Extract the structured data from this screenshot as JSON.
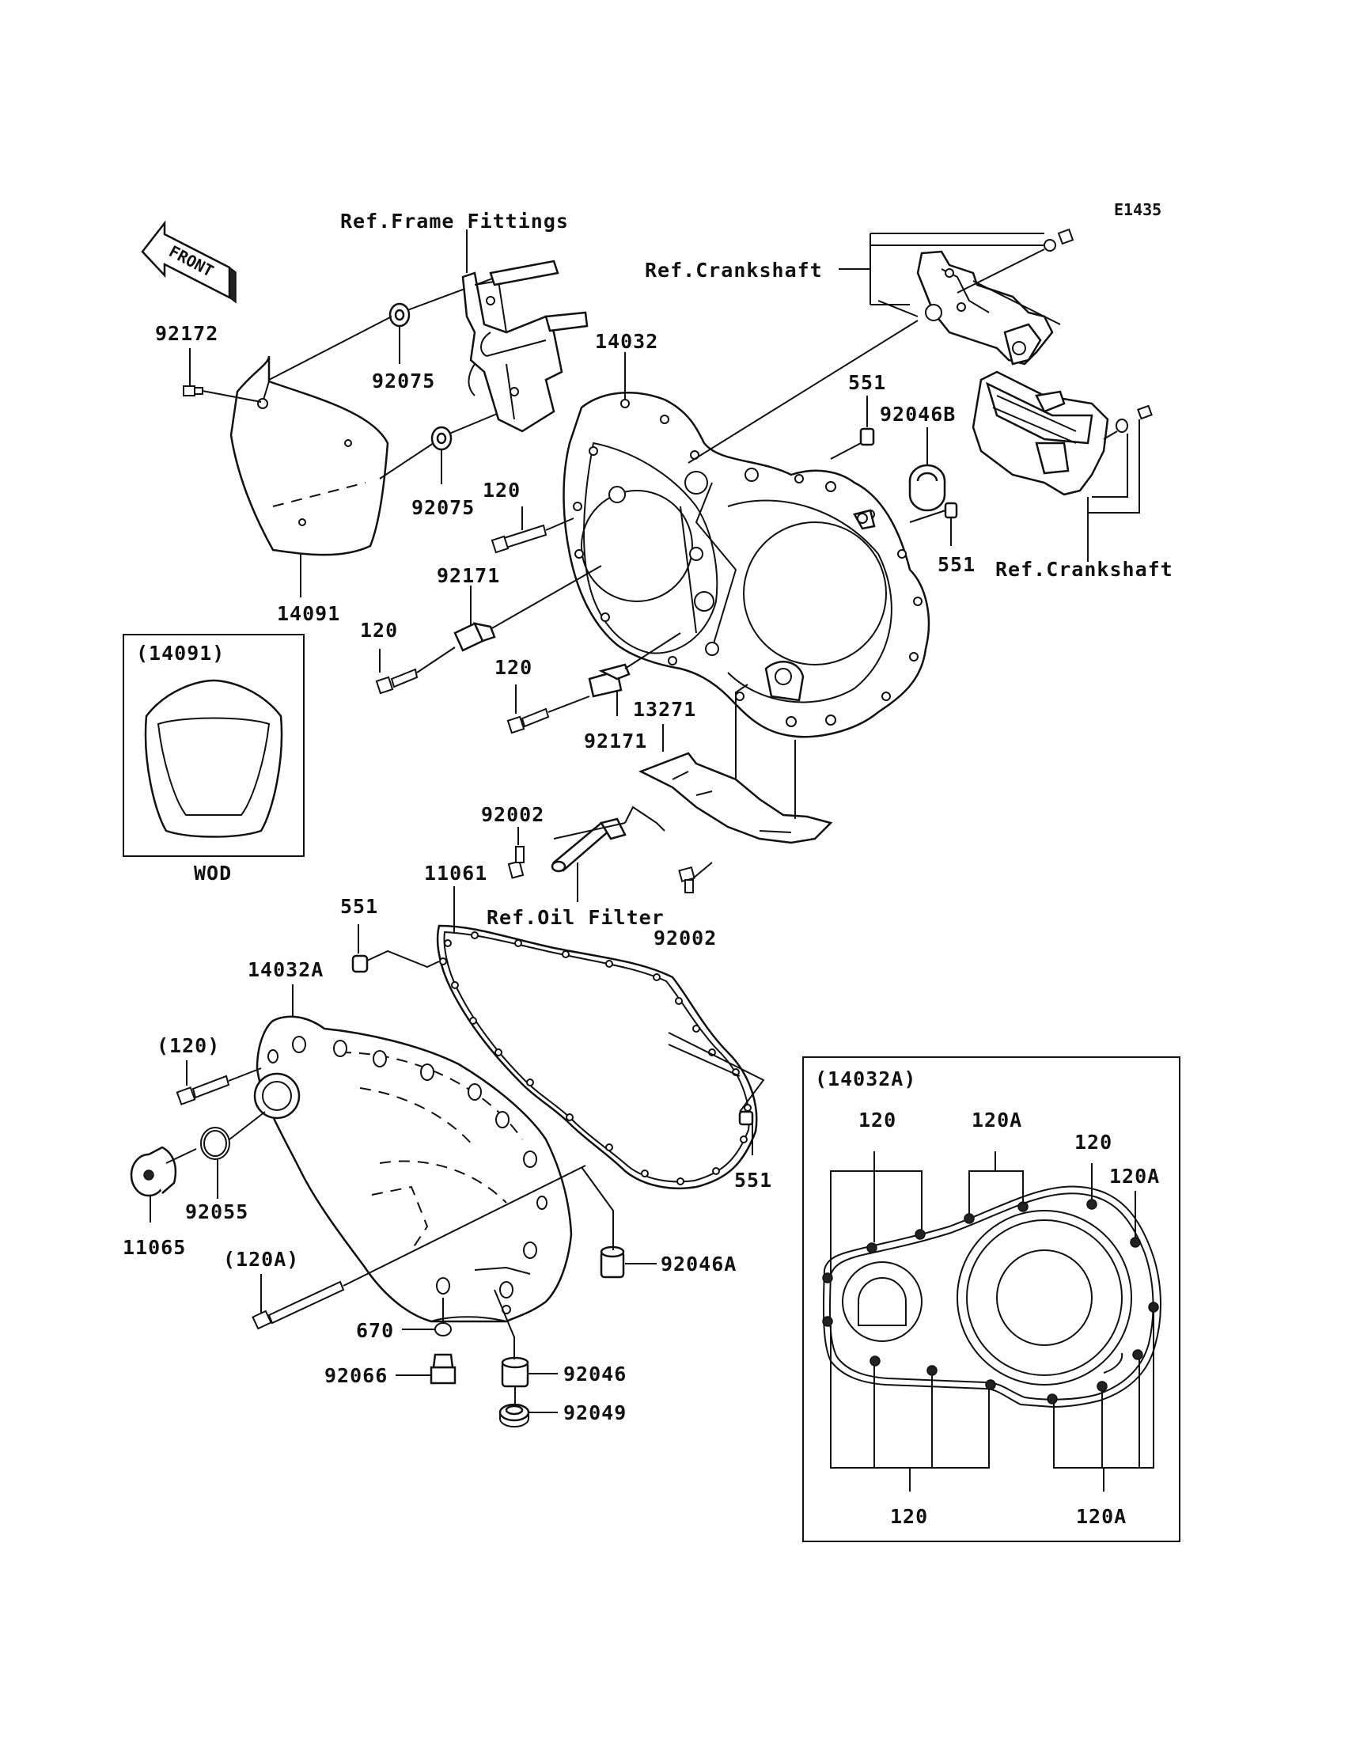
{
  "diagram_code": "E1435",
  "front_arrow_text": "FRONT",
  "references": {
    "frame_fittings": "Ref.Frame Fittings",
    "crankshaft_top": "Ref.Crankshaft",
    "crankshaft_right": "Ref.Crankshaft",
    "oil_filter": "Ref.Oil Filter"
  },
  "parts": {
    "p92172": "92172",
    "p92075_a": "92075",
    "p92075_b": "92075",
    "p14091": "14091",
    "p14032": "14032",
    "p551_a": "551",
    "p92046B": "92046B",
    "p551_b": "551",
    "p120_a": "120",
    "p92171_a": "92171",
    "p120_b": "120",
    "p120_c": "120",
    "p92171_b": "92171",
    "p13271": "13271",
    "p92002_a": "92002",
    "p92002_b": "92002",
    "p11061": "11061",
    "p551_c": "551",
    "p14032A": "14032A",
    "p120_paren": "(120)",
    "p92055": "92055",
    "p11065": "11065",
    "p551_d": "551",
    "p92046A": "92046A",
    "p120A_paren": "(120A)",
    "p670": "670",
    "p92066": "92066",
    "p92046": "92046",
    "p92049": "92049"
  },
  "inset_wod": {
    "title": "(14091)",
    "caption": "WOD"
  },
  "inset_cover": {
    "title": "(14032A)",
    "label_120_top_left": "120",
    "label_120A_top": "120A",
    "label_120_top_right": "120",
    "label_120A_right": "120A",
    "label_120_bottom": "120",
    "label_120A_bottom": "120A"
  }
}
